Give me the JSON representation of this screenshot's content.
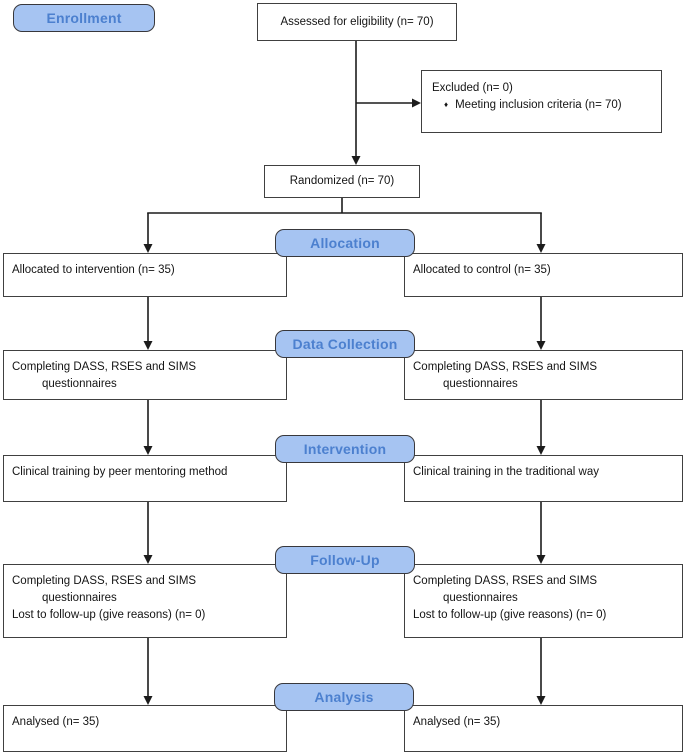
{
  "stages": {
    "enrollment": "Enrollment",
    "allocation": "Allocation",
    "data_collection": "Data Collection",
    "intervention": "Intervention",
    "follow_up": "Follow-Up",
    "analysis": "Analysis"
  },
  "boxes": {
    "assessed": "Assessed for eligibility (n= 70)",
    "excluded": {
      "title": "Excluded (n= 0)",
      "bullet": "Meeting inclusion criteria (n= 70)"
    },
    "randomized": "Randomized (n= 70)",
    "left": {
      "allocated": "Allocated to intervention (n= 35)",
      "data_collection": [
        "Completing DASS, RSES and SIMS",
        "questionnaires"
      ],
      "intervention": "Clinical training by peer mentoring method",
      "follow_up": [
        "Completing DASS, RSES and SIMS",
        "questionnaires",
        "Lost to follow-up (give reasons) (n= 0)"
      ],
      "analysed": "Analysed (n= 35)"
    },
    "right": {
      "allocated": "Allocated to control (n= 35)",
      "data_collection": [
        "Completing DASS, RSES and SIMS",
        "questionnaires"
      ],
      "intervention": "Clinical training in the traditional way",
      "follow_up": [
        "Completing DASS, RSES and SIMS",
        "questionnaires",
        "Lost to follow-up (give reasons) (n= 0)"
      ],
      "analysed": "Analysed (n= 35)"
    }
  },
  "icons": {
    "diamond_bullet": "♦"
  },
  "colors": {
    "badge_fill": "#A6C4F2",
    "badge_border": "#38383C",
    "badge_text": "#4C80CF",
    "box_border": "#404040",
    "box_fill": "#FFFFFF",
    "text": "#141414",
    "arrow": "#1C1C1C",
    "background": "#FFFFFF"
  }
}
